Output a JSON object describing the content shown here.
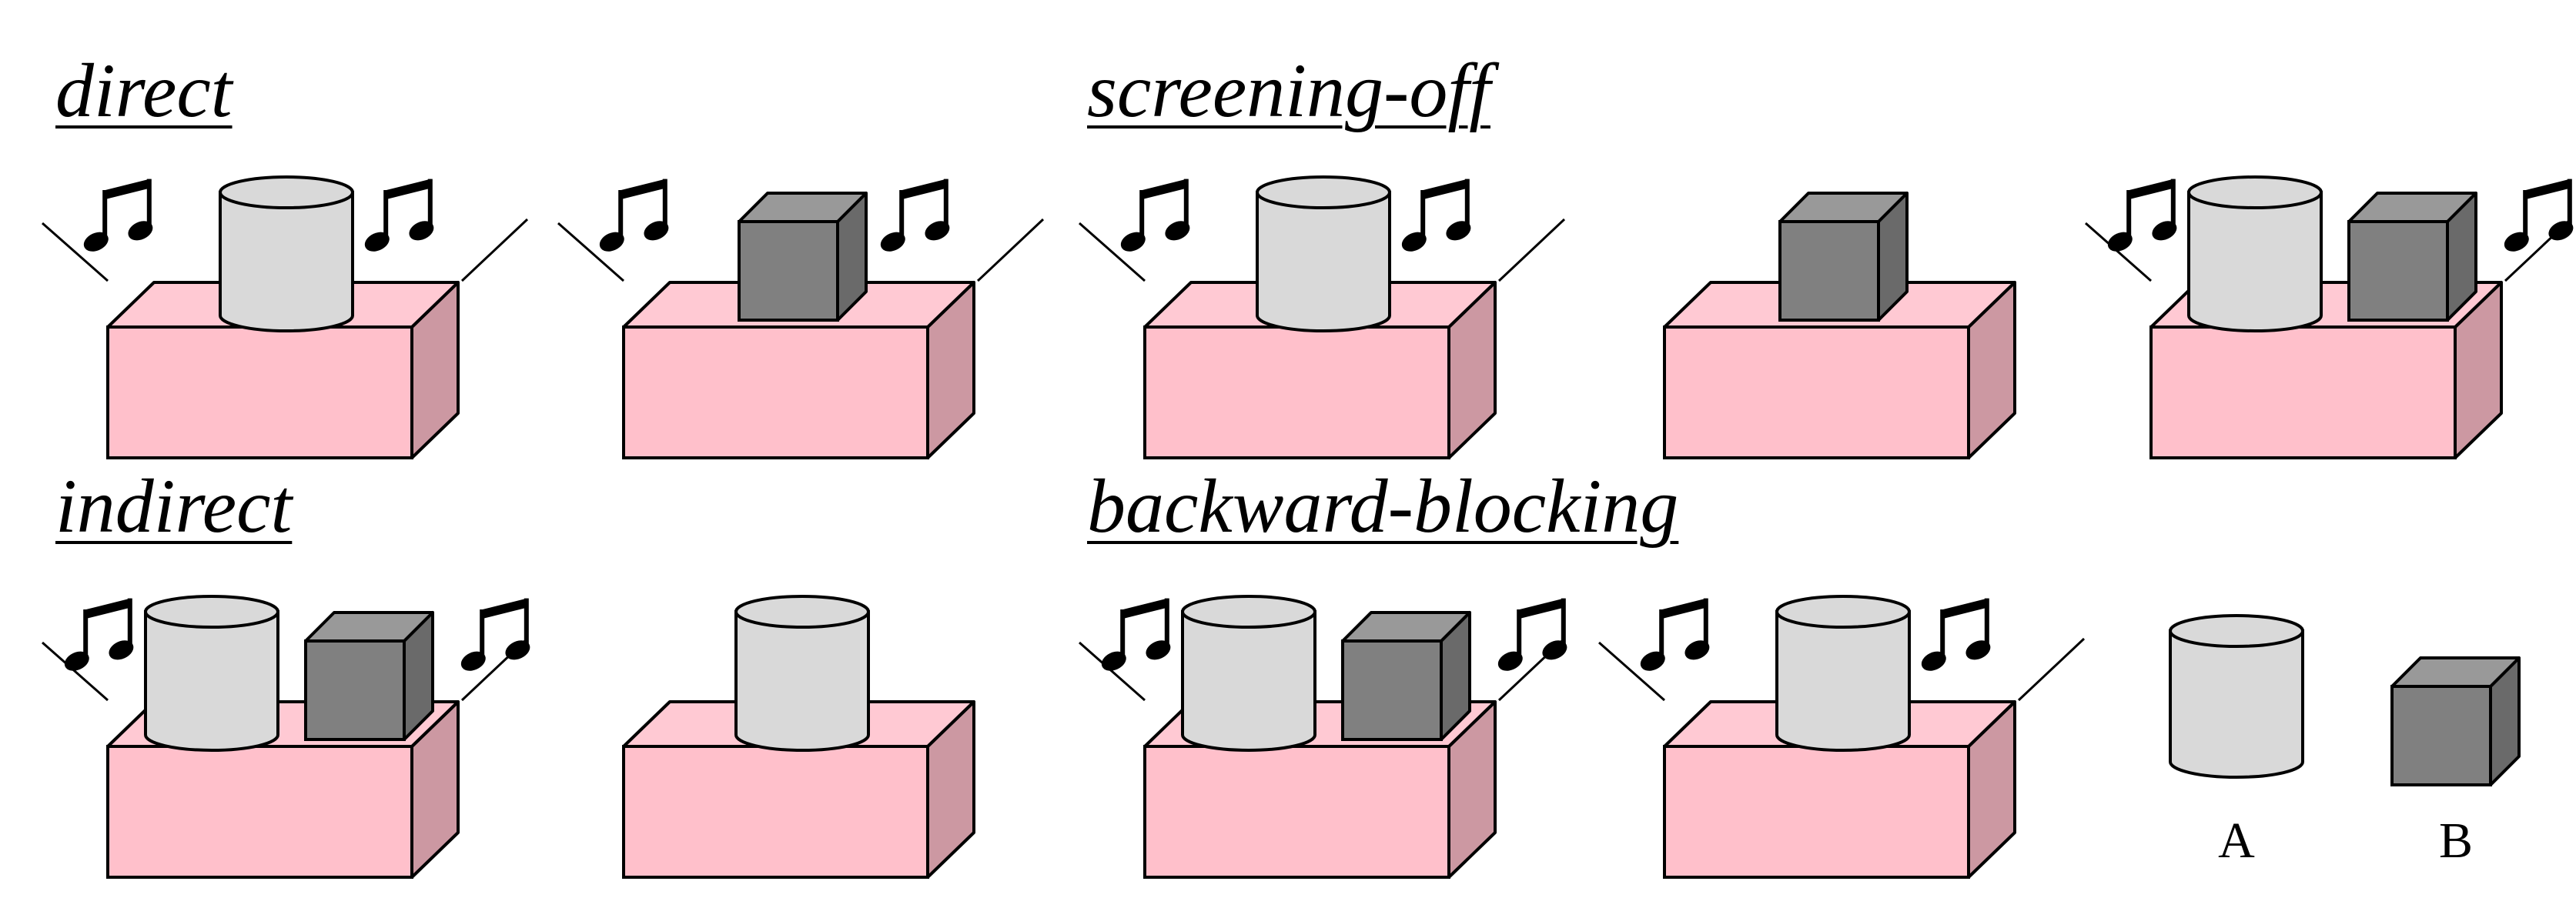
{
  "labels": {
    "direct": "direct",
    "screening_off": "screening-off",
    "indirect": "indirect",
    "backward_blocking": "backward-blocking"
  },
  "legend": {
    "a": "A",
    "b": "B"
  },
  "panels": [
    {
      "row": 0,
      "col": 0,
      "objects": [
        "A"
      ],
      "sound": true
    },
    {
      "row": 0,
      "col": 1,
      "objects": [
        "B"
      ],
      "sound": true
    },
    {
      "row": 0,
      "col": 2,
      "objects": [
        "A"
      ],
      "sound": true
    },
    {
      "row": 0,
      "col": 3,
      "objects": [
        "B"
      ],
      "sound": false
    },
    {
      "row": 0,
      "col": 4,
      "objects": [
        "A",
        "B"
      ],
      "sound": true
    },
    {
      "row": 1,
      "col": 0,
      "objects": [
        "A",
        "B"
      ],
      "sound": true
    },
    {
      "row": 1,
      "col": 1,
      "objects": [
        "A"
      ],
      "sound": false
    },
    {
      "row": 1,
      "col": 2,
      "objects": [
        "A",
        "B"
      ],
      "sound": true
    },
    {
      "row": 1,
      "col": 3,
      "objects": [
        "A"
      ],
      "sound": true
    }
  ],
  "colors": {
    "box_front": "#ffc0cb",
    "box_top": "#ffc9d3",
    "box_side": "#cc98a2",
    "cylinder": "#d9d9d9",
    "cube_front": "#808080",
    "cube_top": "#999999",
    "cube_side": "#6a6a6a",
    "outline": "#000000"
  }
}
